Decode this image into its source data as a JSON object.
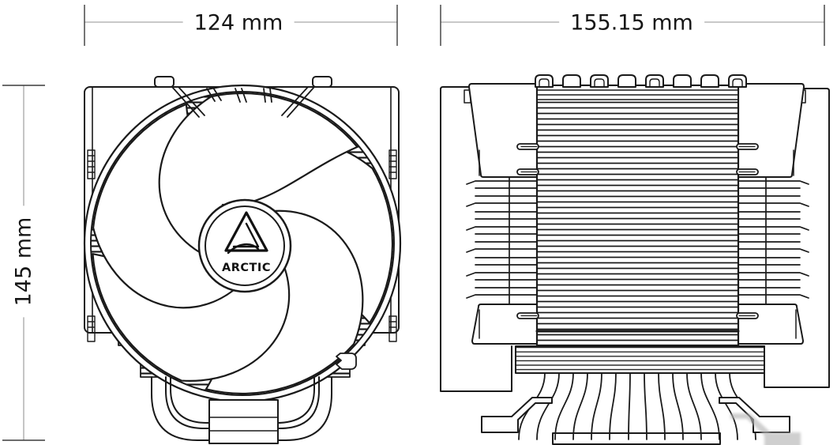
{
  "dimensions": {
    "front_width": {
      "label": "124 mm",
      "value": 124,
      "unit": "mm"
    },
    "side_width": {
      "label": "155.15 mm",
      "value": 155.15,
      "unit": "mm"
    },
    "height": {
      "label": "145 mm",
      "value": 145,
      "unit": "mm"
    }
  },
  "front_view": {
    "brand": "ARCTIC",
    "fan_blade_count": 5
  },
  "side_view": {
    "heatpipe_cap_count": 8,
    "heatpipe_count": 7,
    "mounting_screw_count": 6
  },
  "colors": {
    "background": "#ffffff",
    "line": "#1a1a1a",
    "dimension_line": "#a6a6a6",
    "dimension_tick": "#3c3c3c",
    "text": "#161616",
    "watermark": "#b6b6b6"
  }
}
